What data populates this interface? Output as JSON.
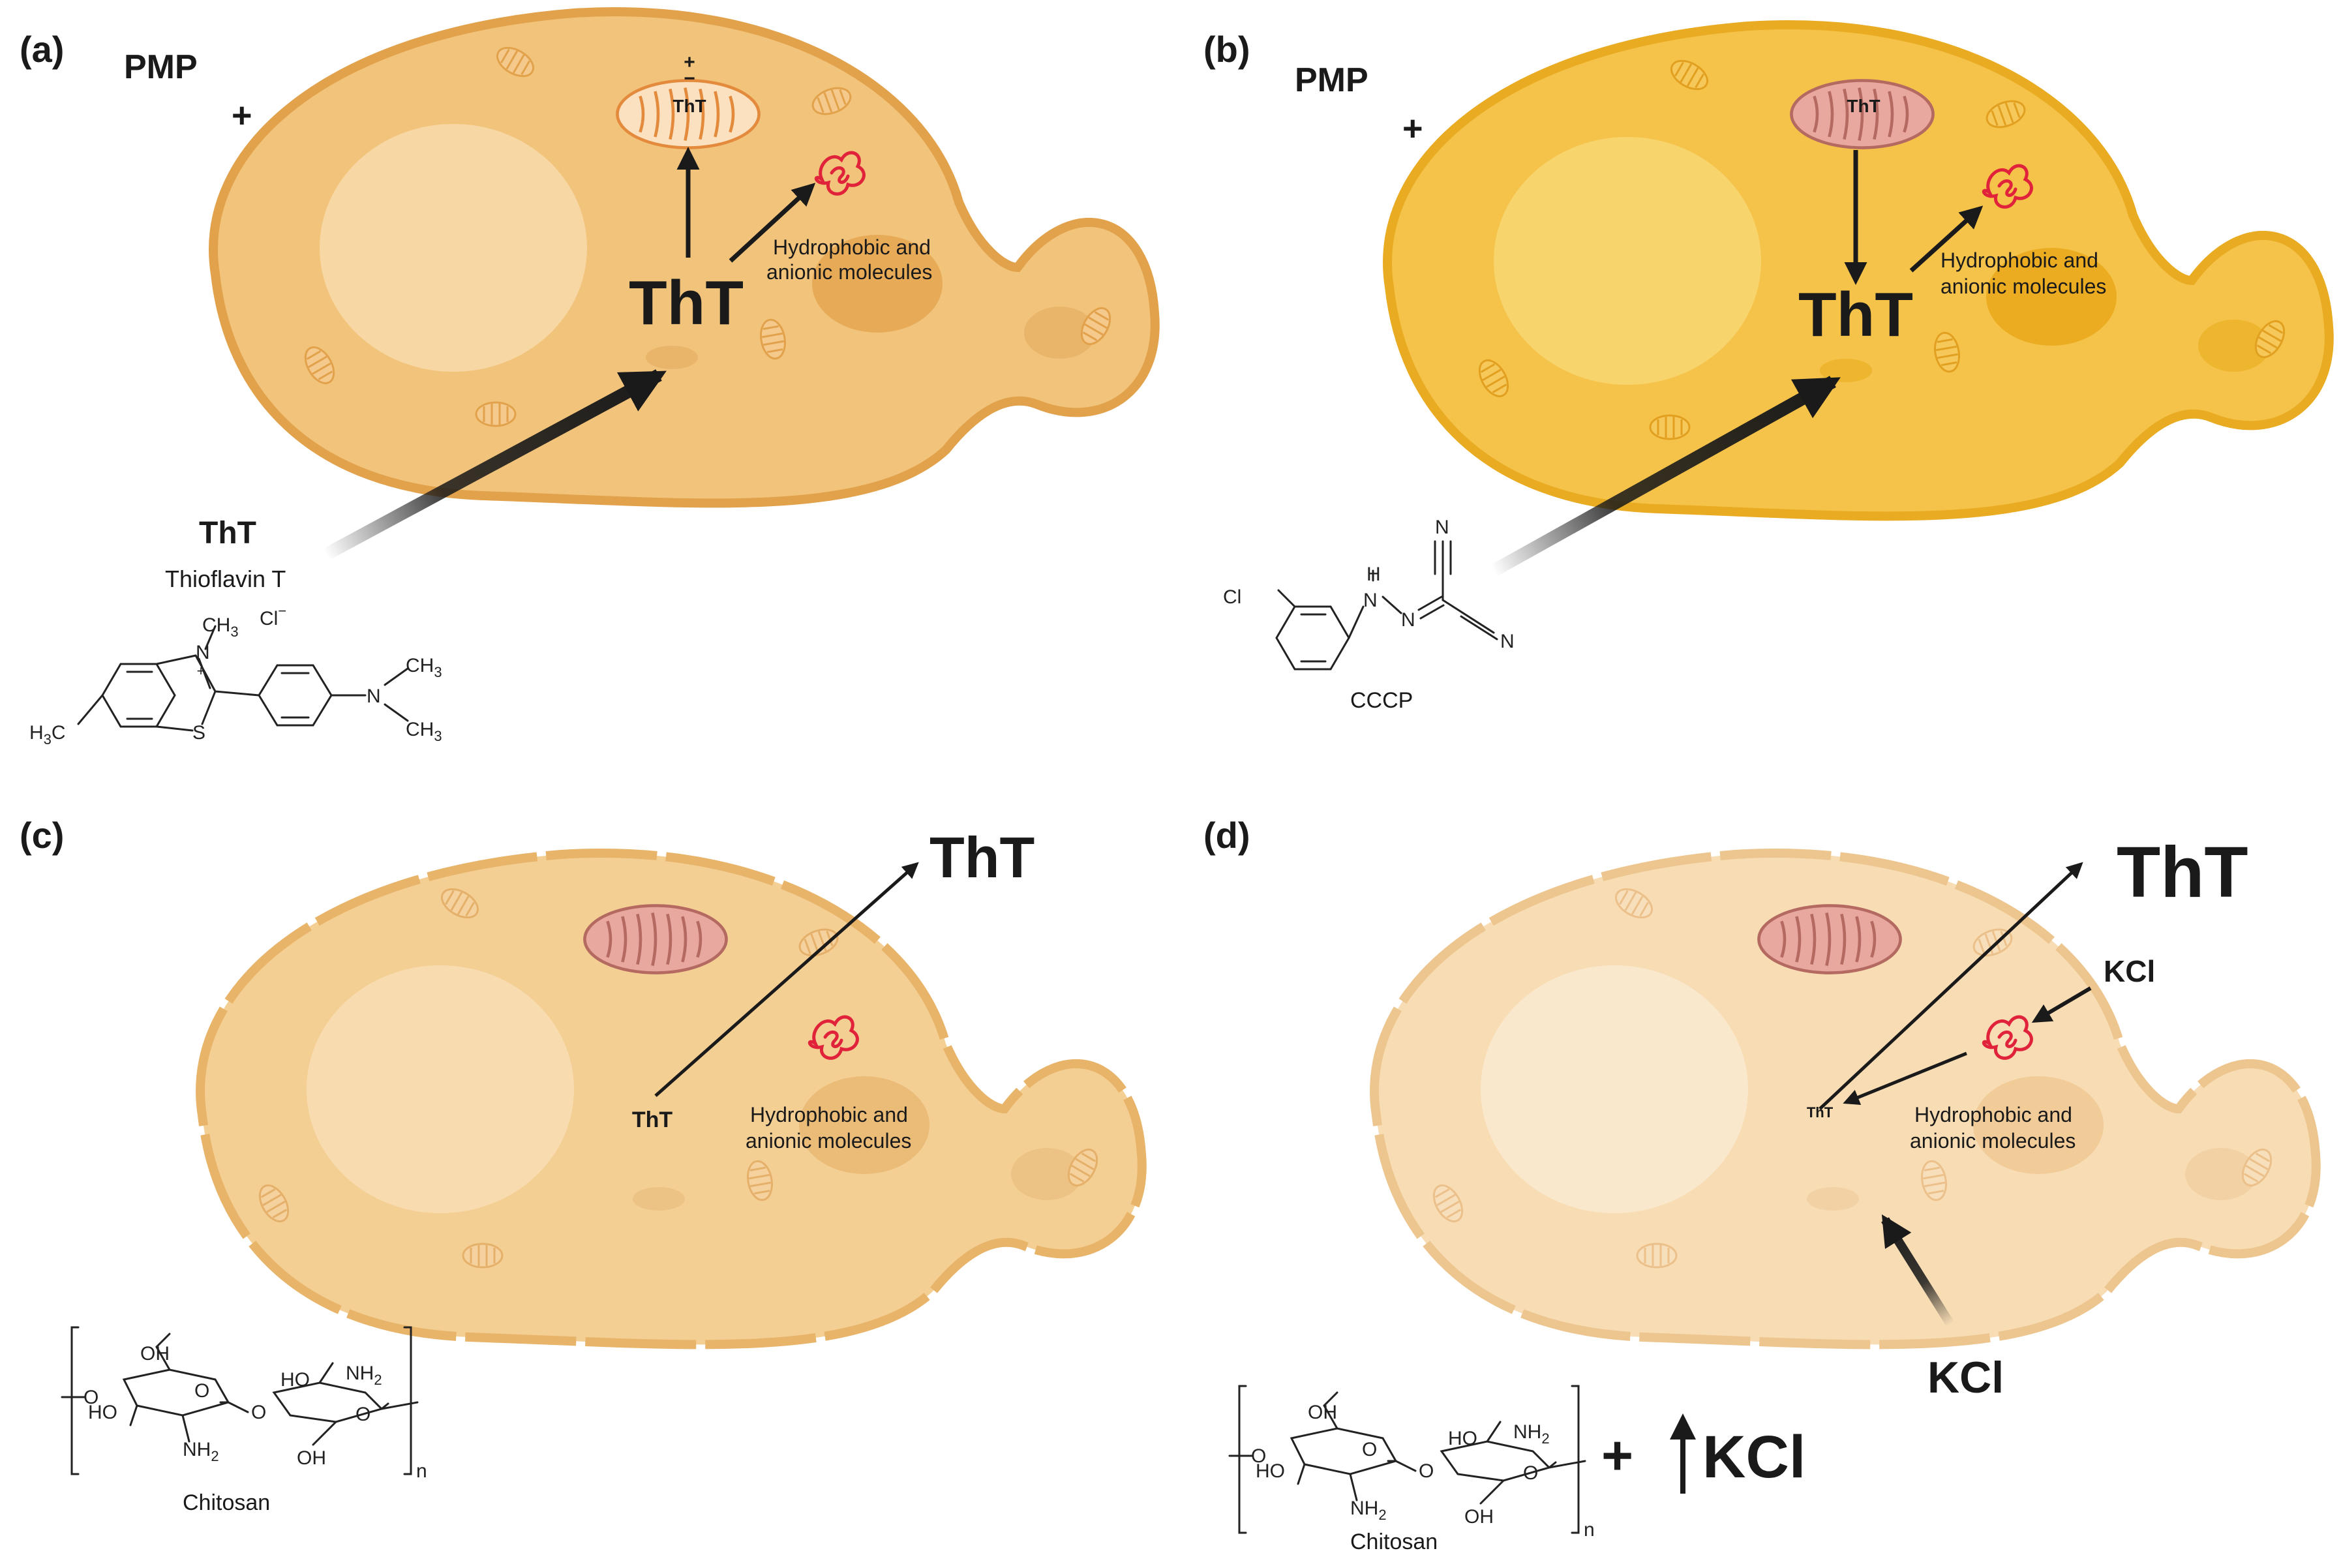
{
  "panels": {
    "a": {
      "label": "(a)",
      "pmp": "PMP",
      "plus": "+",
      "minus": "−",
      "mito_plus": "+",
      "mito_minus": "−",
      "mito_tht": "ThT",
      "center_tht": "ThT",
      "hydrophobic_line1": "Hydrophobic and",
      "hydrophobic_line2": "anionic molecules",
      "compound_abbrev": "ThT",
      "compound_name": "Thioflavin T",
      "structure": {
        "ch3_top": "CH",
        "ch3_sub": "3",
        "cl": "Cl",
        "cl_charge": "−",
        "n_plus": "N",
        "n_charge": "+",
        "s": "S",
        "n_amine": "N",
        "me1": "CH",
        "me1_sub": "3",
        "me2": "CH",
        "me2_sub": "3",
        "h3c": "H",
        "h3c_sub": "3",
        "h3c_c": "C"
      }
    },
    "b": {
      "label": "(b)",
      "pmp": "PMP",
      "plus": "+",
      "minus": "−",
      "mito_tht": "ThT",
      "center_tht": "ThT",
      "hydrophobic_line1": "Hydrophobic and",
      "hydrophobic_line2": "anionic molecules",
      "compound_name": "CCCP",
      "structure": {
        "cl": "Cl",
        "h": "H",
        "n1": "N",
        "n2": "N",
        "cn_top": "N",
        "cn_bottom": "N"
      }
    },
    "c": {
      "label": "(c)",
      "inner_tht": "ThT",
      "outer_tht": "ThT",
      "hydrophobic_line1": "Hydrophobic and",
      "hydrophobic_line2": "anionic molecules",
      "polymer_name": "Chitosan",
      "structure": {
        "oh1": "OH",
        "nh2a": "NH",
        "nh2a_sub": "2",
        "ho": "HO",
        "nh2b": "NH",
        "nh2b_sub": "2",
        "ho2": "HO",
        "oh2": "OH",
        "o_left": "O",
        "o_ring": "O",
        "o_link": "O",
        "o_ring2": "O",
        "n": "n"
      }
    },
    "d": {
      "label": "(d)",
      "inner_tht": "ThT",
      "outer_tht": "ThT",
      "kcl_top": "KCl",
      "kcl_bottom": "KCl",
      "hydrophobic_line1": "Hydrophobic and",
      "hydrophobic_line2": "anionic molecules",
      "polymer_name": "Chitosan",
      "plus": "+",
      "kcl_increase": "KCl",
      "structure": {
        "oh1": "OH",
        "nh2a": "NH",
        "nh2a_sub": "2",
        "ho": "HO",
        "nh2b": "NH",
        "nh2b_sub": "2",
        "ho2": "HO",
        "oh2": "OH",
        "o_left": "O",
        "o_ring": "O",
        "o_link": "O",
        "o_ring2": "O",
        "n": "n"
      }
    }
  },
  "colors": {
    "cell_a": "#f2c37a",
    "cell_b": "#f5c34a",
    "cell_c": "#f4cf94",
    "cell_d": "#f7dcb4",
    "membrane_a": "#e2a24c",
    "membrane_b": "#e9ab22",
    "membrane_c": "#e8b46a",
    "membrane_d": "#edc58e",
    "mito_fill": "#e8a8a0",
    "mito_active": "#fbe1c0",
    "protein": "#e0233a"
  }
}
